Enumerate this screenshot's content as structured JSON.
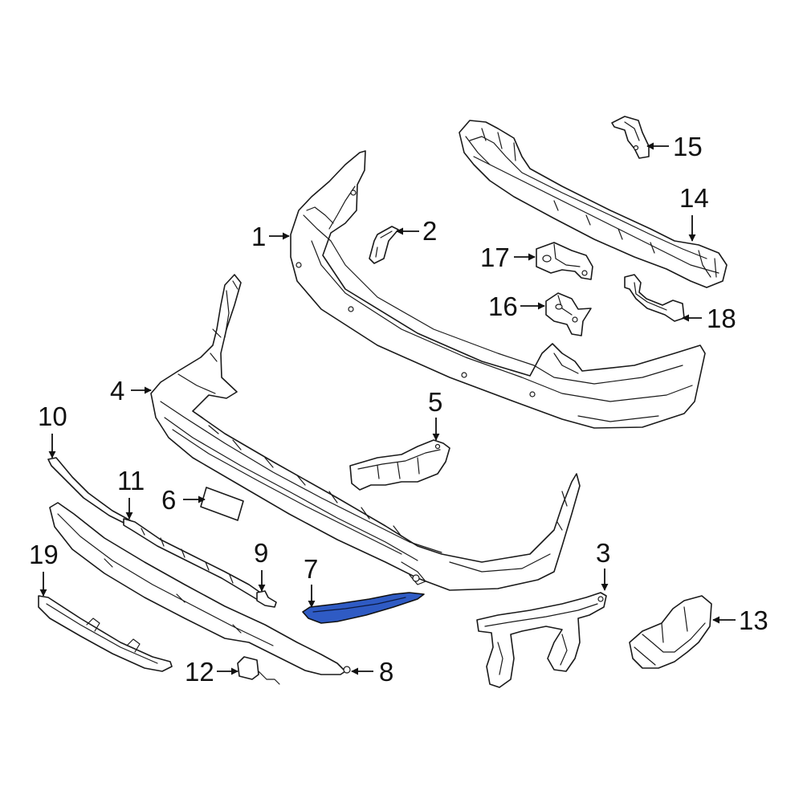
{
  "diagram": {
    "highlight_color": "#2f5bc4",
    "highlighted_part": "7",
    "callouts": {
      "c1": "1",
      "c2": "2",
      "c3": "3",
      "c4": "4",
      "c5": "5",
      "c6": "6",
      "c7": "7",
      "c8": "8",
      "c9": "9",
      "c10": "10",
      "c11": "11",
      "c12": "12",
      "c13": "13",
      "c14": "14",
      "c15": "15",
      "c16": "16",
      "c17": "17",
      "c18": "18",
      "c19": "19"
    }
  }
}
